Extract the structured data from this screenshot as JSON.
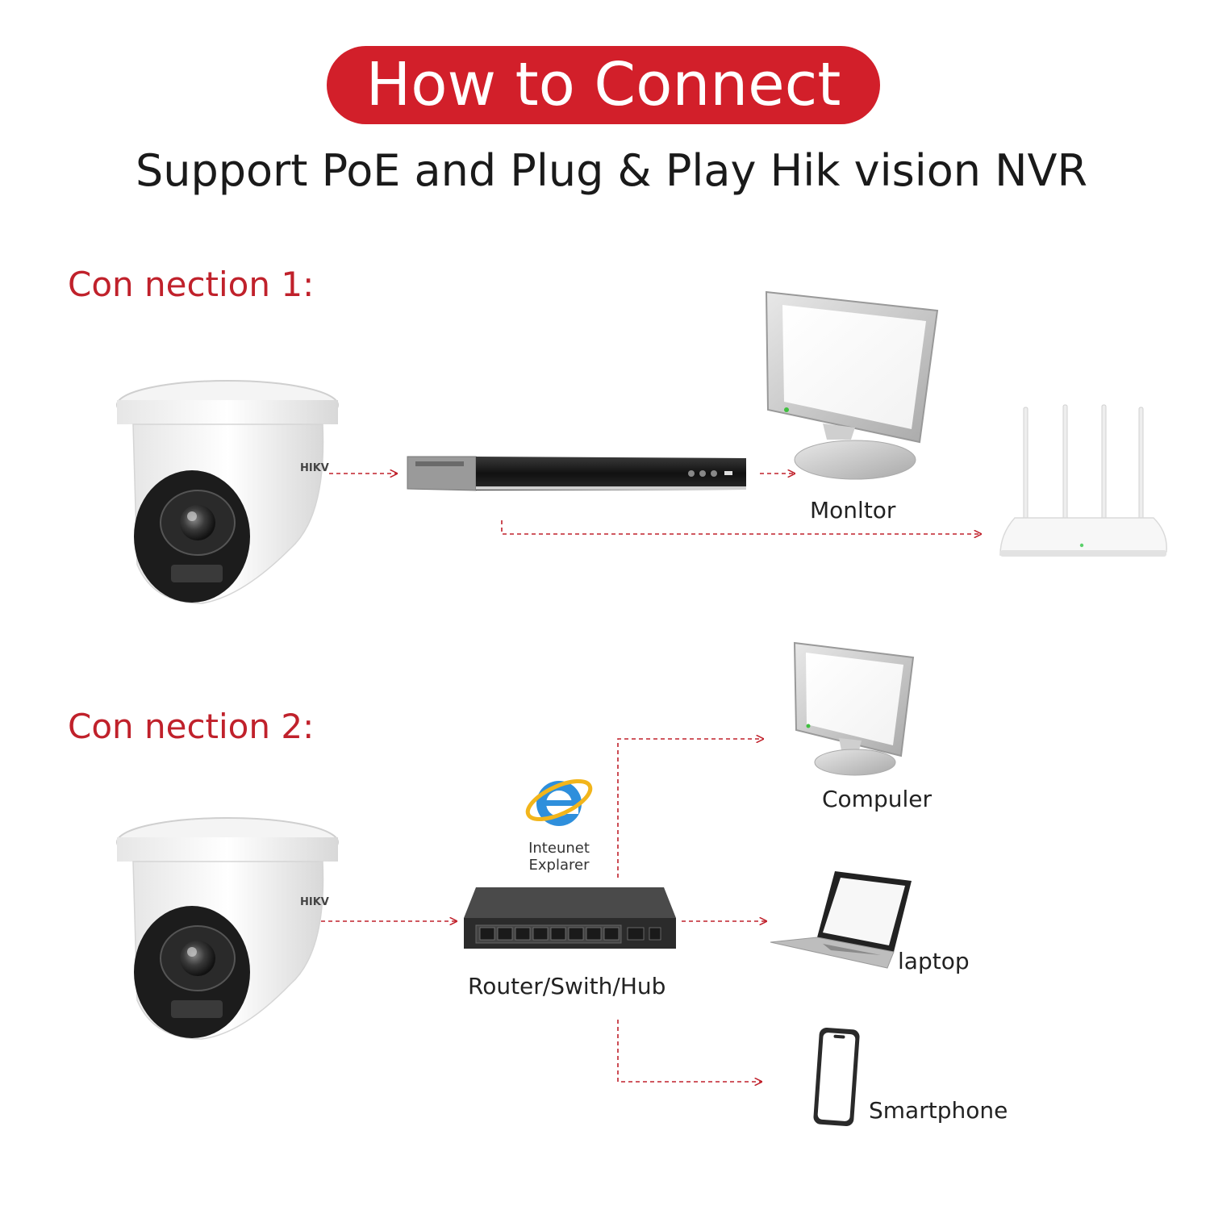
{
  "header": {
    "title": "How to Connect",
    "subtitle": "Support PoE and Plug & Play Hik vision NVR"
  },
  "connection1": {
    "label": "Con nection 1:",
    "camera_brand": "HIKV",
    "monitor_label": "Monltor"
  },
  "connection2": {
    "label": "Con nection 2:",
    "camera_brand": "HIKV",
    "browser_label_line1": "Inteunet",
    "browser_label_line2": "Explarer",
    "hub_label": "Router/Swith/Hub",
    "computer_label": "Compuler",
    "laptop_label": "laptop",
    "smartphone_label": "Smartphone"
  },
  "colors": {
    "accent": "#d21f2a",
    "connector": "#c0212b"
  },
  "icons": [
    "dome-camera-icon",
    "nvr-icon",
    "monitor-icon",
    "router-icon",
    "internet-explorer-icon",
    "switch-icon",
    "laptop-icon",
    "smartphone-icon"
  ]
}
